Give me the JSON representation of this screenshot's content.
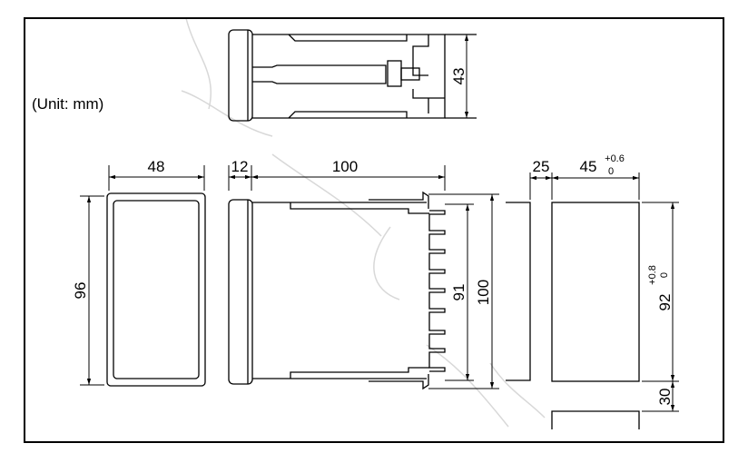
{
  "unit_label": "(Unit: mm)",
  "dimensions": {
    "front_width": "48",
    "front_height": "96",
    "bezel_depth": "12",
    "body_depth": "100",
    "top_height": "43",
    "terminal_height": "91",
    "side_height": "100",
    "cutout_spacing": "25",
    "cutout_width": "45",
    "cutout_width_tol_upper": "+0.6",
    "cutout_width_tol_lower": "0",
    "cutout_height": "92",
    "cutout_height_tol_upper": "+0.8",
    "cutout_height_tol_lower": "0",
    "cutout_vertical_spacing": "30"
  }
}
